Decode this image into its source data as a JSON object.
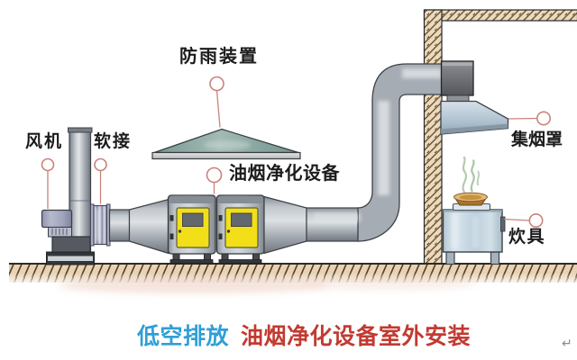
{
  "callouts": {
    "fan": "风机",
    "soft_joint": "软接",
    "rain_cover": "防雨装置",
    "purifier": "油烟净化设备",
    "hood": "集烟罩",
    "stove": "炊具"
  },
  "caption": {
    "highlight": "低空排放",
    "rest": "油烟净化设备室外安装",
    "highlight_color": "#2f9fd6",
    "rest_color": "#c23a31"
  },
  "marks": {
    "return_mark": "↵"
  },
  "colors": {
    "door_yellow": "#f2df17",
    "callout_outline": "#c9837b",
    "wall_hatch_bg": "#ecdabe",
    "ground_hatch_bg": "#e9d2b2",
    "duct_gray": "#a6acb3",
    "rain_cover_teal": "#8ba7a2",
    "hood_blue_gray": "#b3c5d2"
  }
}
